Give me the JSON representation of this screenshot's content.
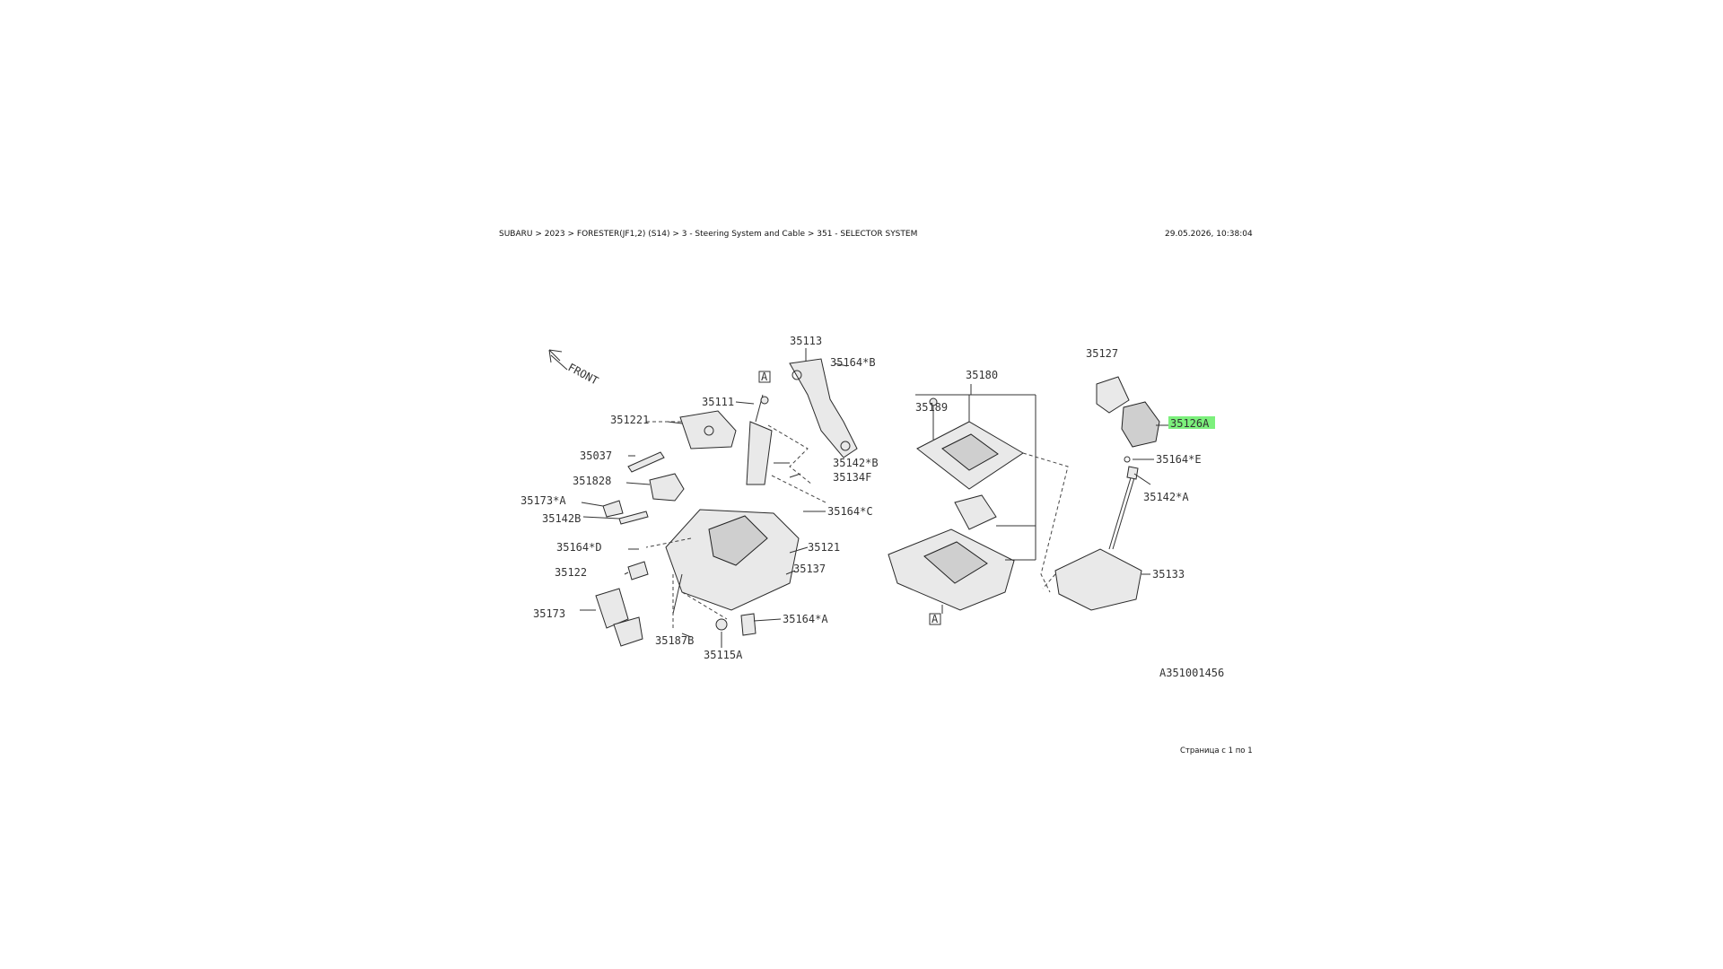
{
  "header": {
    "breadcrumb": "SUBARU > 2023 > FORESTER(JF1,2) (S14) > 3 - Steering System and Cable > 351 - SELECTOR SYSTEM",
    "timestamp": "29.05.2026, 10:38:04"
  },
  "footer": {
    "page_info": "Страница с 1 по 1"
  },
  "diagram": {
    "front_label": "FRONT",
    "ref_marker": "A",
    "figure_code": "A351001456",
    "highlighted_part": "35126A",
    "highlight_color": "#7cf07c",
    "part_labels": {
      "p35113": "35113",
      "p35164B": "35164*B",
      "p35111": "35111",
      "p351221": "351221",
      "p35037": "35037",
      "p351828": "351828",
      "p35173A": "35173*A",
      "p35142B_left": "35142B",
      "p35142B_right": "35142*B",
      "p35134F": "35134F",
      "p35164C": "35164*C",
      "p35164D": "35164*D",
      "p35121": "35121",
      "p35122": "35122",
      "p35137": "35137",
      "p35173": "35173",
      "p35164A": "35164*A",
      "p35187B": "35187B",
      "p35115A": "35115A",
      "p35180": "35180",
      "p35189": "35189",
      "p35127": "35127",
      "p35126A": "35126A",
      "p35164E": "35164*E",
      "p35142A": "35142*A",
      "p35133": "35133"
    }
  }
}
